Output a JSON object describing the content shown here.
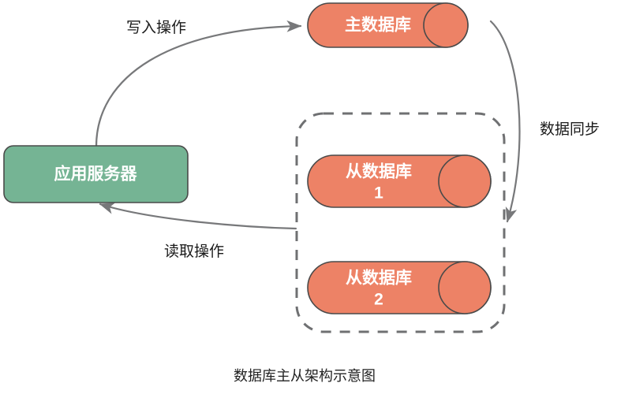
{
  "diagram": {
    "caption": "数据库主从架构示意图",
    "colors": {
      "database_fill": "#ED8266",
      "app_server_fill": "#75B494",
      "node_stroke": "#4a4a4a",
      "edge_stroke": "#77787a",
      "group_stroke": "#6f7072",
      "label_text": "#1b1b1b",
      "node_text": "#ffffff",
      "background": "#ffffff"
    },
    "nodes": {
      "app_server": {
        "label": "应用服务器",
        "shape": "rounded-rect",
        "fill": "#75B494"
      },
      "master_db": {
        "label": "主数据库",
        "shape": "database-cylinder",
        "fill": "#ED8266"
      },
      "slave_db_1": {
        "label_line1": "从数据库",
        "label_line2": "1",
        "shape": "database-cylinder",
        "fill": "#ED8266"
      },
      "slave_db_2": {
        "label_line1": "从数据库",
        "label_line2": "2",
        "shape": "database-cylinder",
        "fill": "#ED8266"
      }
    },
    "group": {
      "name": "slave-cluster",
      "style": "dashed-rounded-rect"
    },
    "edges": [
      {
        "id": "write",
        "label": "写入操作",
        "from": "app_server",
        "to": "master_db",
        "arrow": "end"
      },
      {
        "id": "read",
        "label": "读取操作",
        "from": "slave-cluster",
        "to": "app_server",
        "arrow": "end"
      },
      {
        "id": "sync",
        "label": "数据同步",
        "from": "master_db",
        "to": "slave-cluster",
        "arrow": "end"
      }
    ]
  }
}
